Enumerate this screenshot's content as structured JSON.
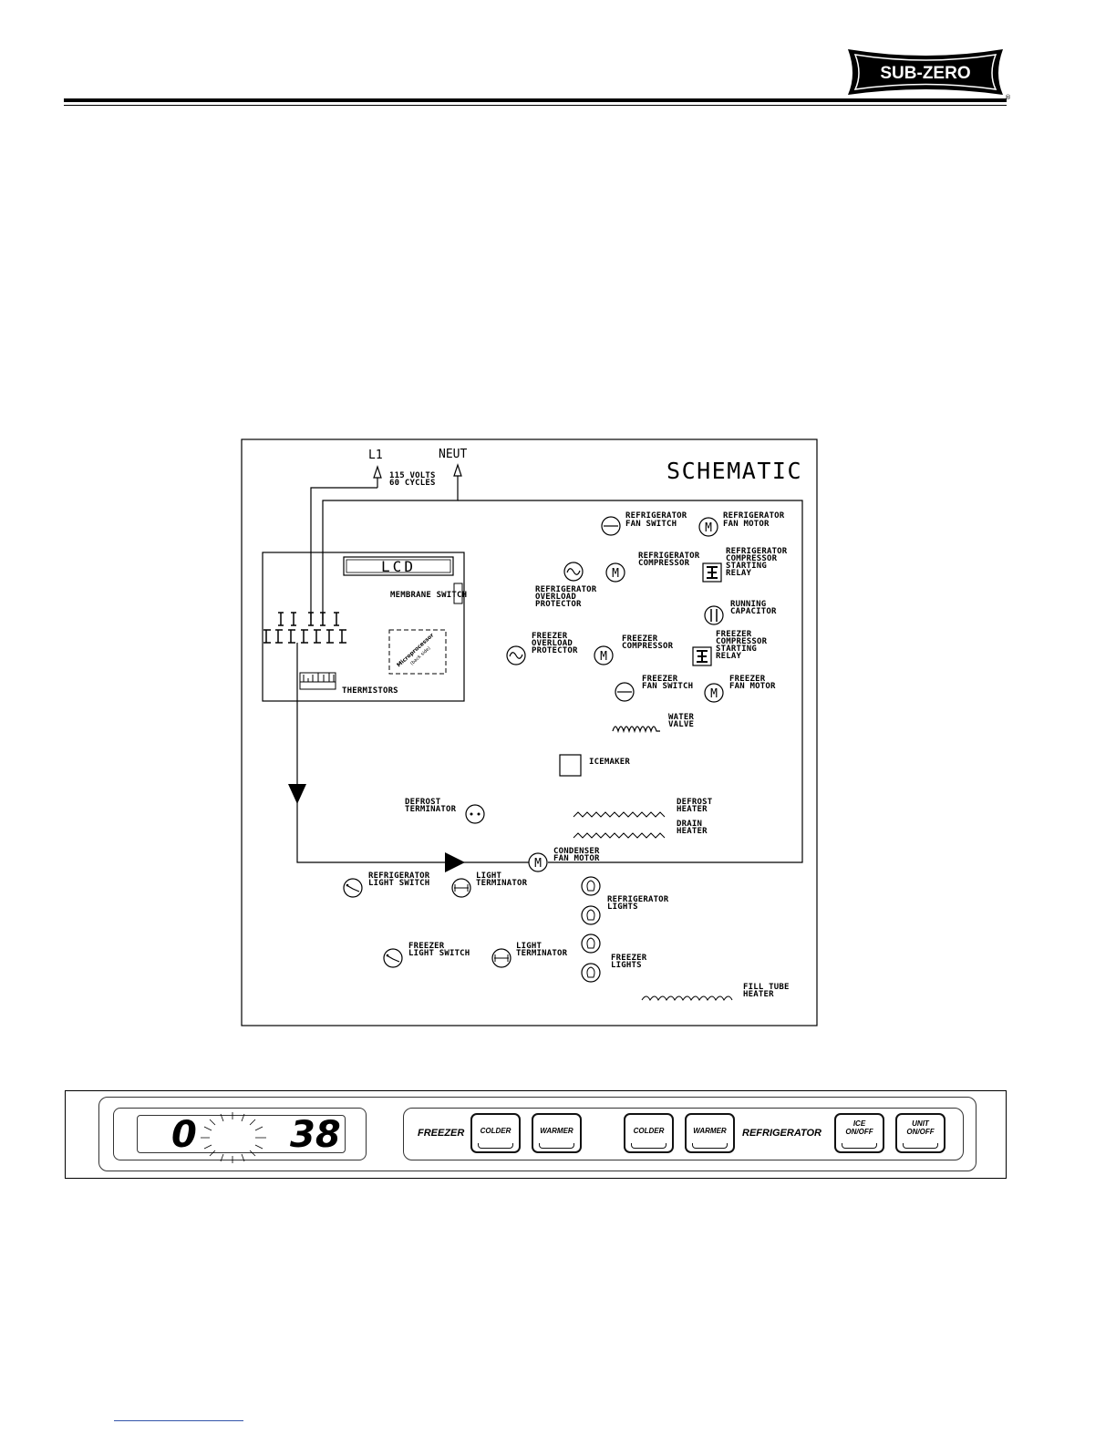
{
  "brand": {
    "name": "SUB-ZERO",
    "registered": "®"
  },
  "schematic": {
    "title": "SCHEMATIC",
    "supply": {
      "l1": "L1",
      "neut": "NEUT",
      "volts": "115 VOLTS",
      "cycles": "60 CYCLES"
    },
    "board": {
      "lcd": "LCD",
      "membrane_switch": "MEMBRANE SWITCH",
      "microprocessor_line1": "Microprocessor",
      "microprocessor_line2": "(back side)",
      "thermistors": "THERMISTORS"
    },
    "components": {
      "ref_fan_switch": [
        "REFRIGERATOR",
        "FAN SWITCH"
      ],
      "ref_fan_motor": [
        "REFRIGERATOR",
        "FAN MOTOR"
      ],
      "ref_compressor": [
        "REFRIGERATOR",
        "COMPRESSOR"
      ],
      "ref_starting_relay": [
        "REFRIGERATOR",
        "COMPRESSOR",
        "STARTING",
        "RELAY"
      ],
      "ref_overload": [
        "REFRIGERATOR",
        "OVERLOAD",
        "PROTECTOR"
      ],
      "running_capacitor": [
        "RUNNING",
        "CAPACITOR"
      ],
      "frz_overload": [
        "FREEZER",
        "OVERLOAD",
        "PROTECTOR"
      ],
      "frz_compressor": [
        "FREEZER",
        "COMPRESSOR"
      ],
      "frz_starting_relay": [
        "FREEZER",
        "COMPRESSOR",
        "STARTING",
        "RELAY"
      ],
      "frz_fan_switch": [
        "FREEZER",
        "FAN SWITCH"
      ],
      "frz_fan_motor": [
        "FREEZER",
        "FAN MOTOR"
      ],
      "water_valve": [
        "WATER",
        "VALVE"
      ],
      "icemaker": [
        "ICEMAKER"
      ],
      "defrost_terminator": [
        "DEFROST",
        "TERMINATOR"
      ],
      "defrost_heater": [
        "DEFROST",
        "HEATER"
      ],
      "drain_heater": [
        "DRAIN",
        "HEATER"
      ],
      "condenser_fan": [
        "CONDENSER",
        "FAN MOTOR"
      ],
      "ref_light_switch": [
        "REFRIGERATOR",
        "LIGHT SWITCH"
      ],
      "ref_light_term": [
        "LIGHT",
        "TERMINATOR"
      ],
      "ref_lights": [
        "REFRIGERATOR",
        "LIGHTS"
      ],
      "frz_light_switch": [
        "FREEZER",
        "LIGHT SWITCH"
      ],
      "frz_light_term": [
        "LIGHT",
        "TERMINATOR"
      ],
      "frz_lights": [
        "FREEZER",
        "LIGHTS"
      ],
      "fill_tube_heater": [
        "FILL TUBE",
        "HEATER"
      ]
    },
    "motor_symbol": "M"
  },
  "control_panel": {
    "freezer_display": "0",
    "refrigerator_display": "38",
    "freezer_label": "FREEZER",
    "refrigerator_label": "REFRIGERATOR",
    "buttons": {
      "freezer_colder": "COLDER",
      "freezer_warmer": "WARMER",
      "ref_colder": "COLDER",
      "ref_warmer": "WARMER",
      "ice_line1": "ICE",
      "ice_line2": "ON/OFF",
      "unit_line1": "UNIT",
      "unit_line2": "ON/OFF"
    }
  }
}
